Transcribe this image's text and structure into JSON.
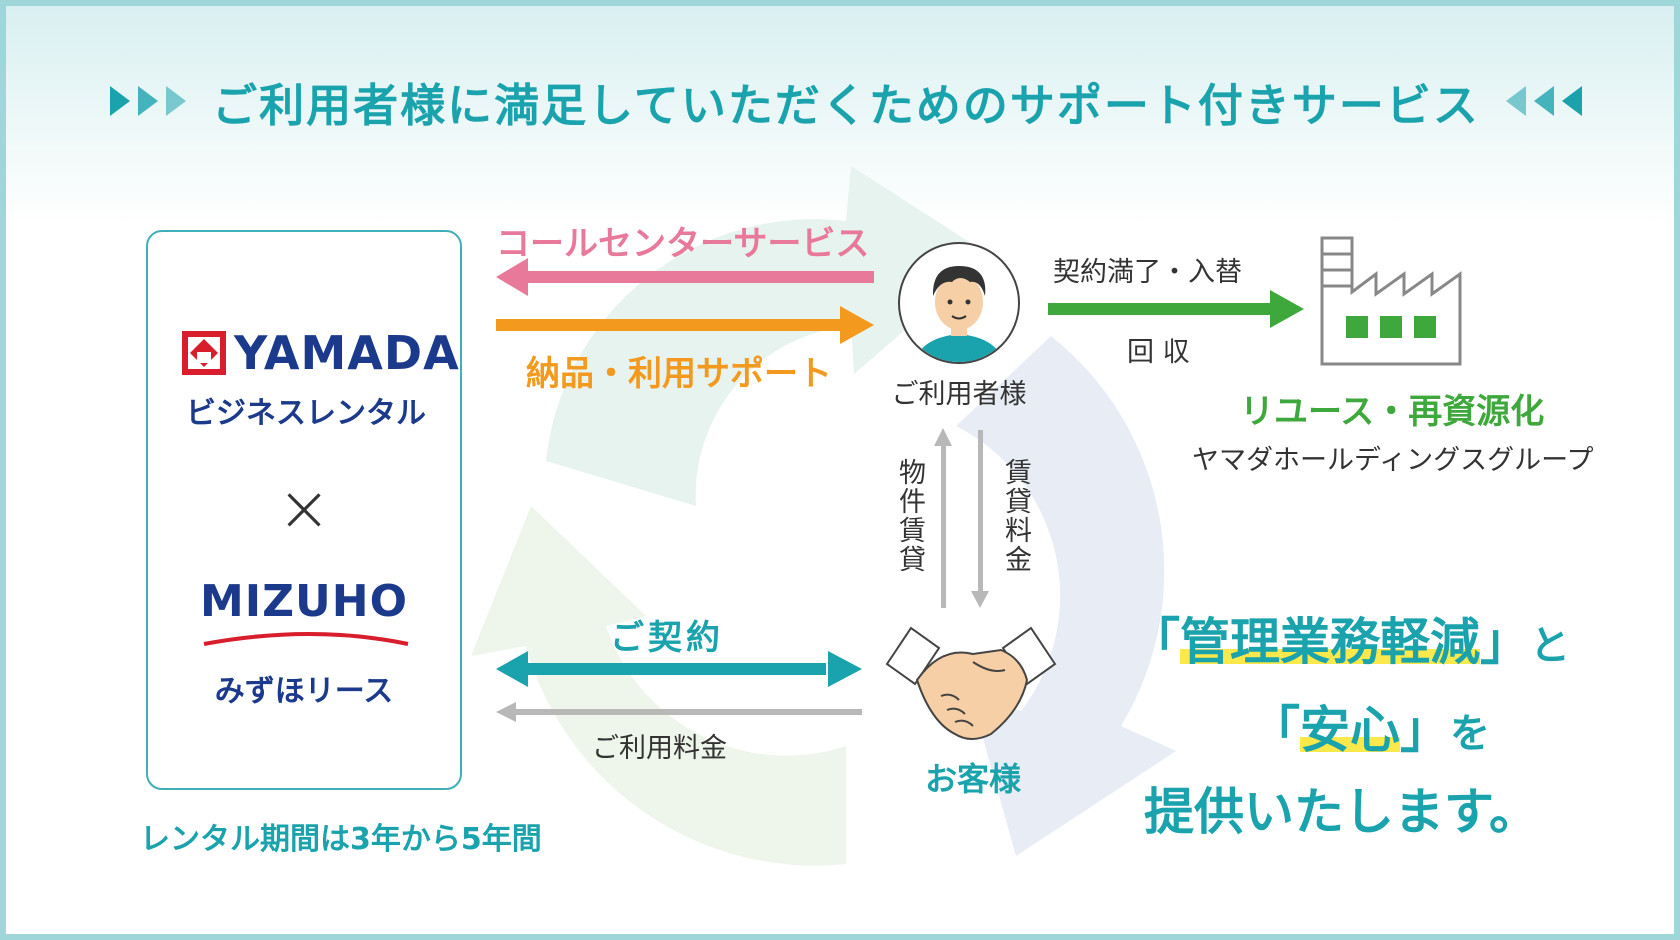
{
  "header": {
    "title": "ご利用者様に満足していただくためのサポート付きサービス"
  },
  "partners": {
    "yamada_logo": "YAMADA",
    "yamada_sub": "ビジネスレンタル",
    "times": "×",
    "mizuho_logo": "MIZUHO",
    "mizuho_sub": "みずほリース",
    "rental_period": "レンタル期間は3年から5年間"
  },
  "flows": {
    "call_center": "コールセンターサービス",
    "delivery_support": "納品・利用サポート",
    "contract": "ご契約",
    "usage_fee": "ご利用料金",
    "contract_end": "契約満了・入替",
    "collection": "回 収",
    "property_rental": "物件賃貸",
    "rental_fee": "賃貸料金"
  },
  "actors": {
    "user": "ご利用者様",
    "customer": "お客様"
  },
  "recycle": {
    "title": "リユース・再資源化",
    "group": "ヤマダホールディングスグループ"
  },
  "message": {
    "bracket_open_1": "「",
    "highlight_1": "管理業務軽減",
    "bracket_close_1": "」",
    "particle_1": "と",
    "bracket_open_2": "「",
    "highlight_2": "安心",
    "bracket_close_2": "」",
    "particle_2": "を",
    "line_3": "提供いたします。"
  },
  "colors": {
    "teal": "#1aa3ad",
    "pink": "#e8799a",
    "orange": "#f39a1e",
    "green": "#3fa83c",
    "navy": "#1c3a8c",
    "red": "#d81e2c",
    "gray": "#b8b8b8",
    "highlight_yellow": "#fbe84a"
  }
}
